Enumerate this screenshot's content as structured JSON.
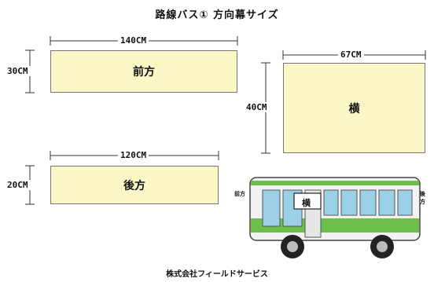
{
  "title": "路線バス① 方向幕サイズ",
  "front": {
    "width_label": "140CM",
    "height_label": "30CM",
    "text": "前方"
  },
  "side": {
    "width_label": "67CM",
    "height_label": "40CM",
    "text": "横"
  },
  "rear": {
    "width_label": "120CM",
    "height_label": "20CM",
    "text": "後方"
  },
  "bus": {
    "front_label": "前方",
    "side_label": "横",
    "rear_label": "後方"
  },
  "footer": "株式会社フィールドサービス",
  "colors": {
    "panel_fill": "#fbf7c6",
    "bus_green": "#6cc04a",
    "bus_body": "#f2f2f2",
    "window": "#9ccfe8"
  }
}
